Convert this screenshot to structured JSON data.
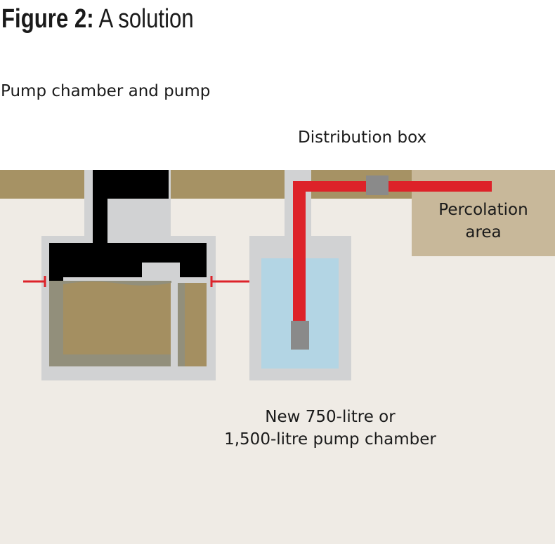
{
  "title": {
    "prefix": "Figure 2:",
    "text": "A solution"
  },
  "labels": {
    "pump_chamber": "Pump chamber and pump",
    "distribution_box": "Distribution box",
    "percolation_line1": "Percolation",
    "percolation_line2": "area",
    "new_chamber_line1": "New 750-litre or",
    "new_chamber_line2": "1,500-litre pump chamber"
  },
  "colors": {
    "ground": "#efebe5",
    "soil": "#a69264",
    "percolation": "#c8b89a",
    "concrete": "#d1d2d3",
    "sludge": "#a48f61",
    "water": "#b3d5e4",
    "pipe": "#dd2229",
    "pump": "#8a8a8a"
  }
}
